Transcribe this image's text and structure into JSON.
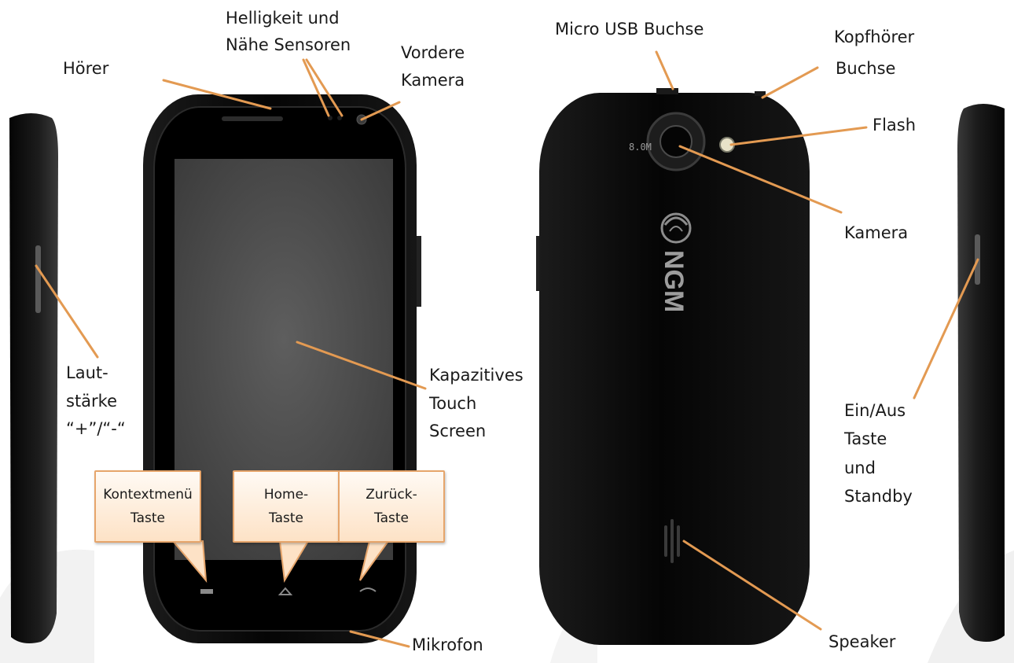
{
  "labels": {
    "hoerer": "Hörer",
    "sensoren_1": "Helligkeit und",
    "sensoren_2": "Nähe Sensoren",
    "vordere_kamera_1": "Vordere",
    "vordere_kamera_2": "Kamera",
    "micro_usb": "Micro USB Buchse",
    "kopfhoerer_1": "Kopfhörer",
    "kopfhoerer_2": "Buchse",
    "flash": "Flash",
    "kamera": "Kamera",
    "lautstaerke_1": "Laut-",
    "lautstaerke_2": "stärke",
    "lautstaerke_3": "“+”/“-“",
    "touch_1": "Kapazitives",
    "touch_2": "Touch",
    "touch_3": "Screen",
    "einaus_1": "Ein/Aus",
    "einaus_2": "Taste",
    "einaus_3": "und",
    "einaus_4": "Standby",
    "mikrofon": "Mikrofon",
    "speaker": "Speaker"
  },
  "callouts": {
    "kontext_1": "Kontextmenü",
    "kontext_2": "Taste",
    "home_1": "Home-",
    "home_2": "Taste",
    "zurueck_1": "Zurück-",
    "zurueck_2": "Taste"
  },
  "device": {
    "brand_text": "NGM",
    "camera_badge": "8.0M"
  },
  "colors": {
    "leader_line": "#e39a52",
    "phone_body": "#0b0b0b",
    "callout_border": "#e6a56b"
  }
}
